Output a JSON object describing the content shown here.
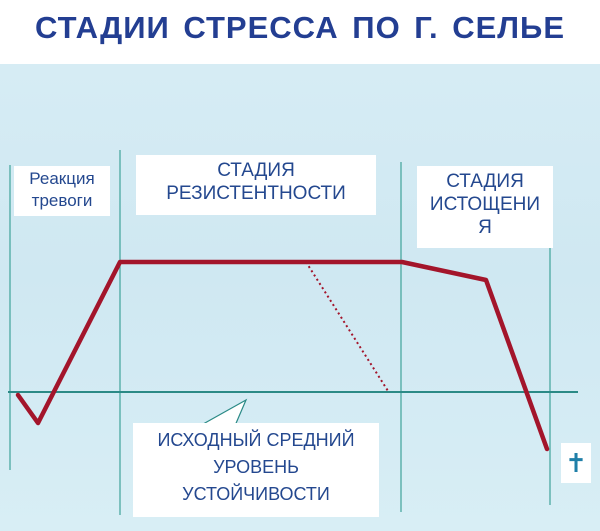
{
  "title": "СТАДИИ  СТРЕССА  ПО  Г. СЕЛЬЕ",
  "stages": {
    "alarm": "Реакция\nтревоги",
    "resistance": "СТАДИЯ\nРЕЗИСТЕНТНОСТИ",
    "exhaustion": "СТАДИЯ\nИСТОЩЕНИ\nЯ"
  },
  "baseline_label": "ИСХОДНЫЙ СРЕДНИЙ\nУРОВЕНЬ\nУСТОЙЧИВОСТИ",
  "end_symbol": "✝",
  "colors": {
    "title": "#233e92",
    "curve": "#a3152b",
    "baseline": "#2b8a86",
    "dividers": "#3fa39a",
    "label_text": "#24488f"
  }
}
